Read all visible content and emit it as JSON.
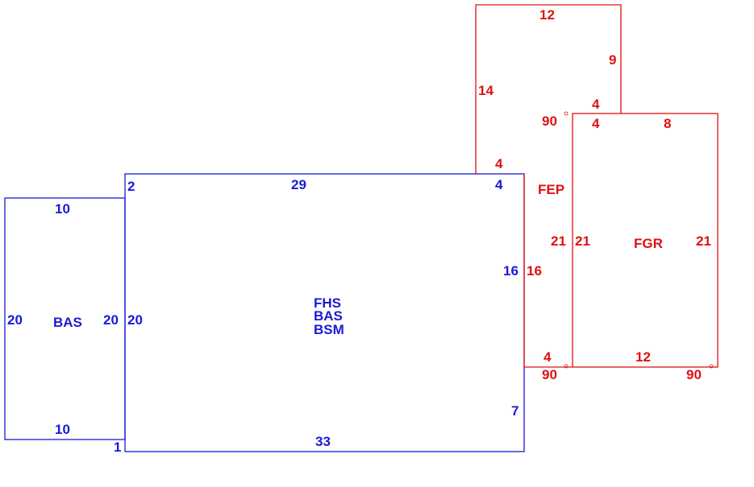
{
  "colors": {
    "main_structure": "#1a1ad6",
    "attached_structure": "#e01010"
  },
  "areas": {
    "bas_left": "BAS",
    "main_lines": [
      "FHS",
      "BAS",
      "BSM"
    ],
    "fep": "FEP",
    "fgr": "FGR"
  },
  "dimensions": {
    "bas_top": "10",
    "bas_bottom": "10",
    "bas_left": "20",
    "bas_right": "20",
    "main_left": "20",
    "main_top_jog": "2",
    "main_top": "29",
    "main_top_right_jog": "4",
    "main_right_upper": "16",
    "main_right_lower": "7",
    "main_bottom": "33",
    "main_bottom_jog": "1",
    "fep_top": "12",
    "fep_upper_right": "9",
    "fep_left": "14",
    "fep_step_top": "4",
    "fep_step_inner": "4",
    "fep_bottom_left": "4",
    "fep_right_of_main": "16",
    "fep_right_side": "21",
    "fep_bottom": "4",
    "fgr_top_left": "4",
    "fgr_top": "8",
    "fgr_left": "21",
    "fgr_right": "21",
    "fgr_bottom": "12"
  },
  "angles": {
    "fep_corner": "90",
    "fep_bottom_corner": "90",
    "fgr_bottom_corner": "90"
  }
}
